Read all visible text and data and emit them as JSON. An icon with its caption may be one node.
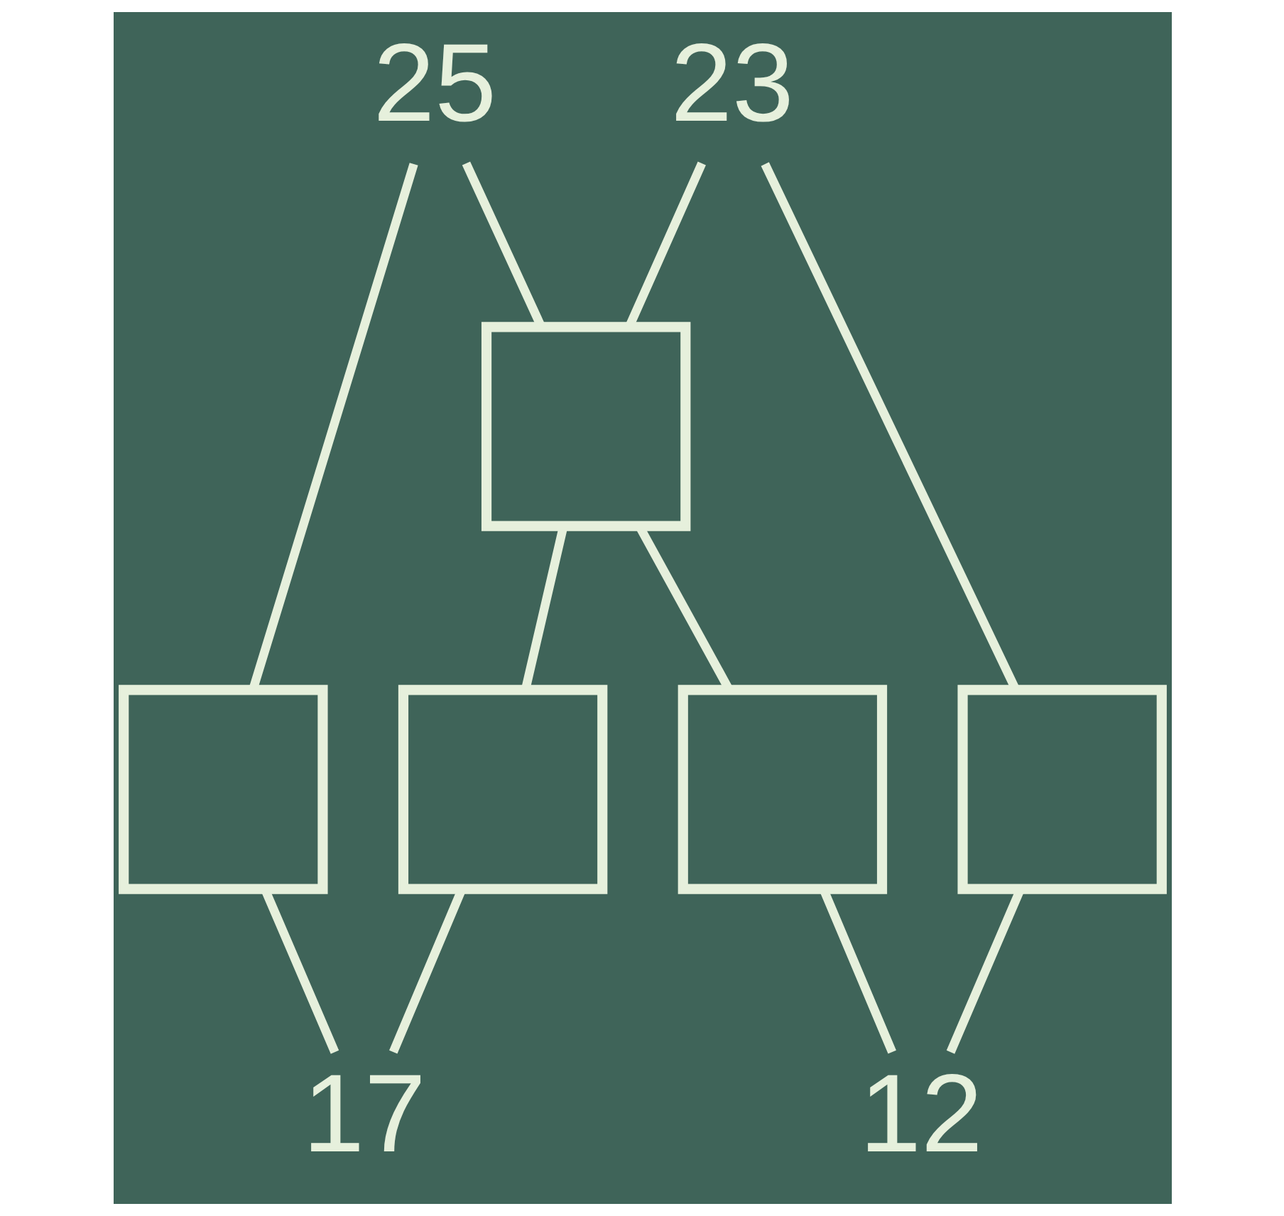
{
  "diagram": {
    "nodes": [
      {
        "text": [
          "25"
        ]
      },
      {
        "text": [
          "23"
        ]
      },
      {
        "text": [],
        "shape": "box"
      },
      {
        "text": [],
        "shape": "box"
      },
      {
        "text": [],
        "shape": "box"
      },
      {
        "text": [],
        "shape": "box"
      },
      {
        "text": [],
        "shape": "box"
      },
      {
        "text": [
          "17"
        ]
      },
      {
        "text": [
          "12"
        ]
      }
    ],
    "edges": [
      {
        "from": 0,
        "to": 2,
        "arrow": "none"
      },
      {
        "from": 0,
        "to": 3,
        "arrow": "none"
      },
      {
        "from": 1,
        "to": 2,
        "arrow": "none"
      },
      {
        "from": 1,
        "to": 6,
        "arrow": "none"
      },
      {
        "from": 2,
        "to": 4,
        "arrow": "none"
      },
      {
        "from": 2,
        "to": 5,
        "arrow": "none"
      },
      {
        "from": 3,
        "to": 7,
        "arrow": "none"
      },
      {
        "from": 4,
        "to": 7,
        "arrow": "none"
      },
      {
        "from": 5,
        "to": 8,
        "arrow": "none"
      },
      {
        "from": 6,
        "to": 8,
        "arrow": "none"
      }
    ]
  }
}
